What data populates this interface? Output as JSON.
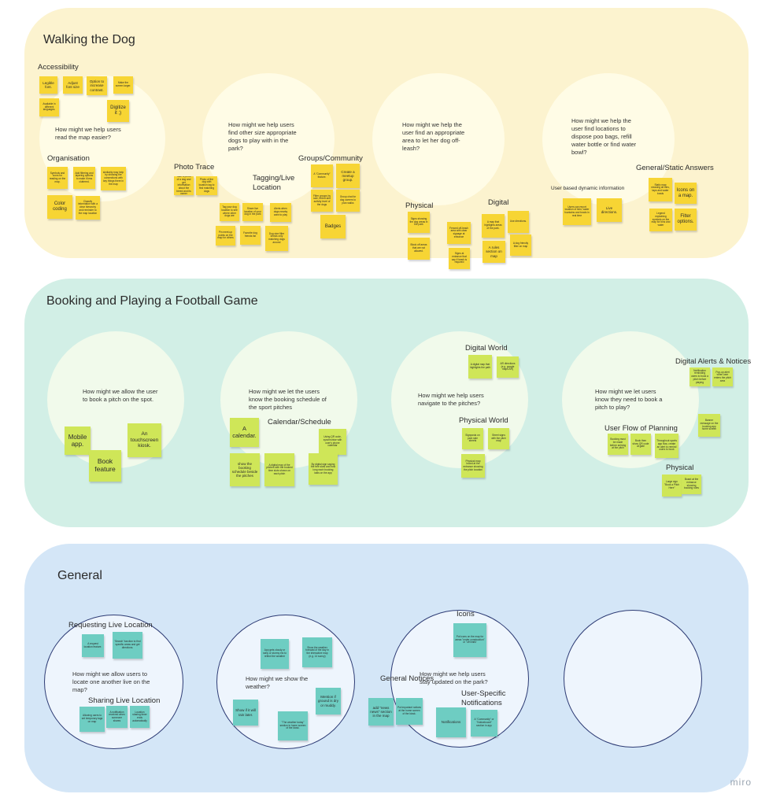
{
  "sections": {
    "walking": {
      "title": "Walking the Dog",
      "labels": {
        "accessibility": "Accessibility",
        "organisation": "Organisation",
        "photo_trace": "Photo Trace",
        "tagging": "Tagging/Live Location",
        "groups": "Groups/Community",
        "physical": "Physical",
        "digital": "Digital",
        "general_static": "General/Static Answers",
        "user_dynamic": "User based dynamic information"
      },
      "questions": [
        "How might we help users read the map easier?",
        "How might we help users find other size appropriate dogs to play with in the park?",
        "How might we help the user find an appropriate area to let her dog off-leash?",
        "How might we help the user find locations to dispose poo bags, refill water bottle or find water bowl?"
      ],
      "notes": {
        "legible": "Legible font.",
        "adjust": "Adjust font size",
        "increase_contrast": "Option to increase contrast.",
        "make_larger": "Make the screen larger.",
        "languages": "Available in different languages.",
        "digitize": "Digitize it ;)",
        "symbols": "Symbols and icons for reading on the map.",
        "filtering": "Add filtering and layering options to make it less cluttered.",
        "similarity": "similarity may help by showing the connections with key things there in the map",
        "color_coding": "Color coding",
        "classify": "Classify information with a clear hierarchy and reminder to the map location",
        "photo1": "Take a photo of a dog and get information about the breed and its owner",
        "photo2": "Photo of the dog with location tag to find matching dogs",
        "tag1": "Tag your dog location to see where other dogs are",
        "tag2": "Share live location of your dog in the park",
        "tag3": "Alerts when dogs nearby want to play",
        "tag4": "Pin meet-up points on the map for others",
        "tag5": "Favorite dog friends list",
        "tag6": "Dog size filter shows only matching dogs around",
        "community": "A \"Community\" feature.",
        "meetup": "Create a meetup group.",
        "filter_groups": "Filter groups by size, breed and activity level of the dogs",
        "group_chat": "Group chat for dog owners to plan walks",
        "badges": "Badges",
        "signs": "Signs showing the dog areas in the park",
        "block_off": "Block off areas that are not allowed.",
        "fenced": "Fenced off-leash area with clear signage at entrance",
        "leash_signs": "Signs at entrance that say if leash is required",
        "map_highlights": "A map that highlights areas of the park.",
        "use_directions": "Use directions.",
        "rules_section": "A rules section on map",
        "dog_filter": "A dog friendly filter on map",
        "dynamic1": "Users can report location of bins, water fountains and bowls in real time",
        "live_directions": "Live directions.",
        "static1": "Static map showing all bins, taps and water bowls",
        "icons_map": "Icons on a map.",
        "static2": "Legend explaining symbols on the map for bins and water",
        "filter_options": "Filter options."
      }
    },
    "football": {
      "title": "Booking and Playing a Football Game",
      "labels": {
        "calendar": "Calendar/Schedule",
        "digital_world": "Digital World",
        "physical_world": "Physical World",
        "digital_alerts": "Digital Alerts & Notices",
        "user_flow": "User Flow of Planning",
        "physical": "Physical"
      },
      "questions": [
        "How might we allow the user to book a pitch on the spot.",
        "How might we let the users know the booking schedule of the sport pitches",
        "How might we help users navigate to the pitches?",
        "How might we let users know they need to book a pitch to play?"
      ],
      "notes": {
        "mobile_app": "Mobile app.",
        "touchscreen": "An touchscreen kiosk.",
        "book_feature": "Book feature",
        "a_calendar": "A calendar.",
        "qr": "Using QR code, synchronise with user's phone calendar",
        "show_booking": "show the booking schedule beside the pitches",
        "sign_map": "A digital map of the pitches with the booked time slots shown on each pitch",
        "digital_sign": "By digital sign saying the free slots and how long each booking lasts on the app",
        "digital_map": "A digital map that highlights the path",
        "ar_directions": "AR directions (e.g. google maps AR)",
        "signposts": "Signposts on park side streets",
        "street_signs": "Street signs with the pitch map",
        "physical_map": "Physical map board at the entrance showing the pitch location",
        "alert1": "Notification reminding users to book a pitch before playing",
        "alert2": "Pop-up alert when user enters the pitch area",
        "alert3": "Banner message on the booking app home screen",
        "flow1": "Booking must be made before arriving at the pitch",
        "flow2": "Book then show QR code at gate",
        "flow3": "Throughout sports app flow, create an alert to remind users to book",
        "large_sign": "Large sign \"Book a Pitch Here\"",
        "entrance_board": "Board at the entrance showing booking rules"
      }
    },
    "general": {
      "title": "General",
      "labels": {
        "requesting": "Requesting Live Location",
        "sharing": "Sharing Live Location",
        "icons": "Icons",
        "general_notices": "General Notices",
        "user_specific": "User-Specific Notifications"
      },
      "questions": [
        "How might we allow users to locate one another live on the map?",
        "How might we show the weather?",
        "How might we help users stay updated on the park?"
      ],
      "notes": {
        "request_feature": "A request location feature.",
        "search_function": "'Search' function to find specific areas and get directions.",
        "share1": "Allowing users to set temporary tags on map",
        "share2": "A notification received when someone shares",
        "share3": "Location sharing timer ends automatically",
        "app_gets": "App gets cloudy or rainy or stormy etc to reflect the weather",
        "show_weather": "Show the weather forecast of the day in the interactive map (e.g. 14 sunny)",
        "show_if": "Show if it will rain later.",
        "mention_ground": "Mention if ground is dry or muddy.",
        "weather_today": "\"The weather today\" section in home screen of the kiosk.",
        "put_icons": "Put icons on the map for areas \"under construction\" or \"off limits\"",
        "add_news": "add \"news news\" section in the map",
        "important_notices": "Put important notices at the home screen of the kiosk.",
        "notifications": "Notifications",
        "community_tab": "A \"Community\" or \"Noticeboard\" section in app"
      }
    }
  },
  "brand": "miro"
}
